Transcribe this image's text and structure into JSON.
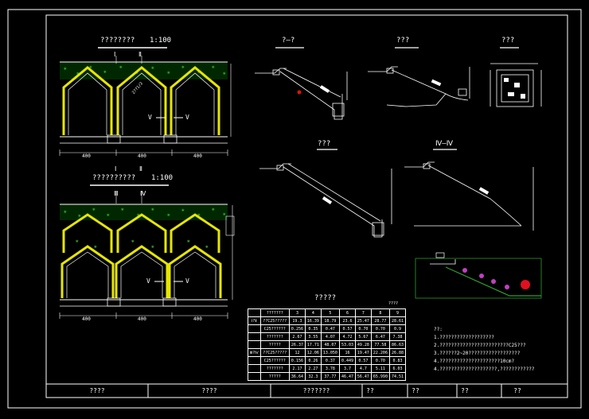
{
  "drawing": {
    "plan_top_title": "????????",
    "plan_top_scale": "1:100",
    "plan_bottom_title": "??????????",
    "plan_bottom_scale": "1:100",
    "section_1_title": "?—?",
    "section_2_title": "???",
    "section_3_title": "???",
    "section_4_title": "???",
    "section_5_title": "Ⅳ—Ⅳ",
    "table_title": "?????",
    "table_unit": "????",
    "notes_title": "??:",
    "notes": [
      "1.???????????????????",
      "2.????????????????????????C25???",
      "3.??????2~20??????????????????",
      "  4.?????????????????????10cm?",
      "4.????????????????????,????????????"
    ]
  },
  "labels": {
    "axis_i": "Ⅰ",
    "axis_ii": "Ⅱ",
    "axis_iii": "Ⅲ",
    "axis_iv": "Ⅳ",
    "v_mark": "V",
    "dim_bottom": "400",
    "dim_arch": "2??1/2"
  },
  "table": {
    "header": [
      "",
      "???????",
      "3",
      "4",
      "5",
      "6",
      "7",
      "8",
      "9"
    ],
    "rows": [
      [
        "Ⅰ?Ⅱ",
        "??C25?????",
        "19.3",
        "16.39",
        "18.79",
        "23.6",
        "25.47",
        "28.77",
        "28.61"
      ],
      [
        "",
        "C25??????",
        "0.256",
        "0.35",
        "0.47",
        "0.57",
        "0.70",
        "0.70",
        "0.9"
      ],
      [
        "",
        "???????",
        "2.67",
        "3.55",
        "4.07",
        "4.72",
        "5.67",
        "6.47",
        "7.38"
      ],
      [
        "",
        "?????",
        "26.37",
        "17.71",
        "48.07",
        "53.03",
        "49.28",
        "77.58",
        "86.63"
      ],
      [
        "Ⅲ?Ⅳ",
        "??C25?????",
        "12",
        "12.06",
        "13.050",
        "16",
        "19.47",
        "22.206",
        "26.88"
      ],
      [
        "",
        "C25??????",
        "0.156",
        "0.26",
        "0.37",
        "0.449",
        "0.57",
        "0.70",
        "0.83"
      ],
      [
        "",
        "???????",
        "2.17",
        "2.27",
        "3.78",
        "3.7",
        "4.7",
        "5.11",
        "6.03"
      ],
      [
        "",
        "?????",
        "36.64",
        "32.3",
        "37.77",
        "46.47",
        "56.47",
        "65.990",
        "74.51"
      ]
    ]
  },
  "title_block": {
    "c1": "????",
    "c2": "????",
    "c3": "???????",
    "c4": "??",
    "c5": "??",
    "c6": "??",
    "c7": "??"
  }
}
